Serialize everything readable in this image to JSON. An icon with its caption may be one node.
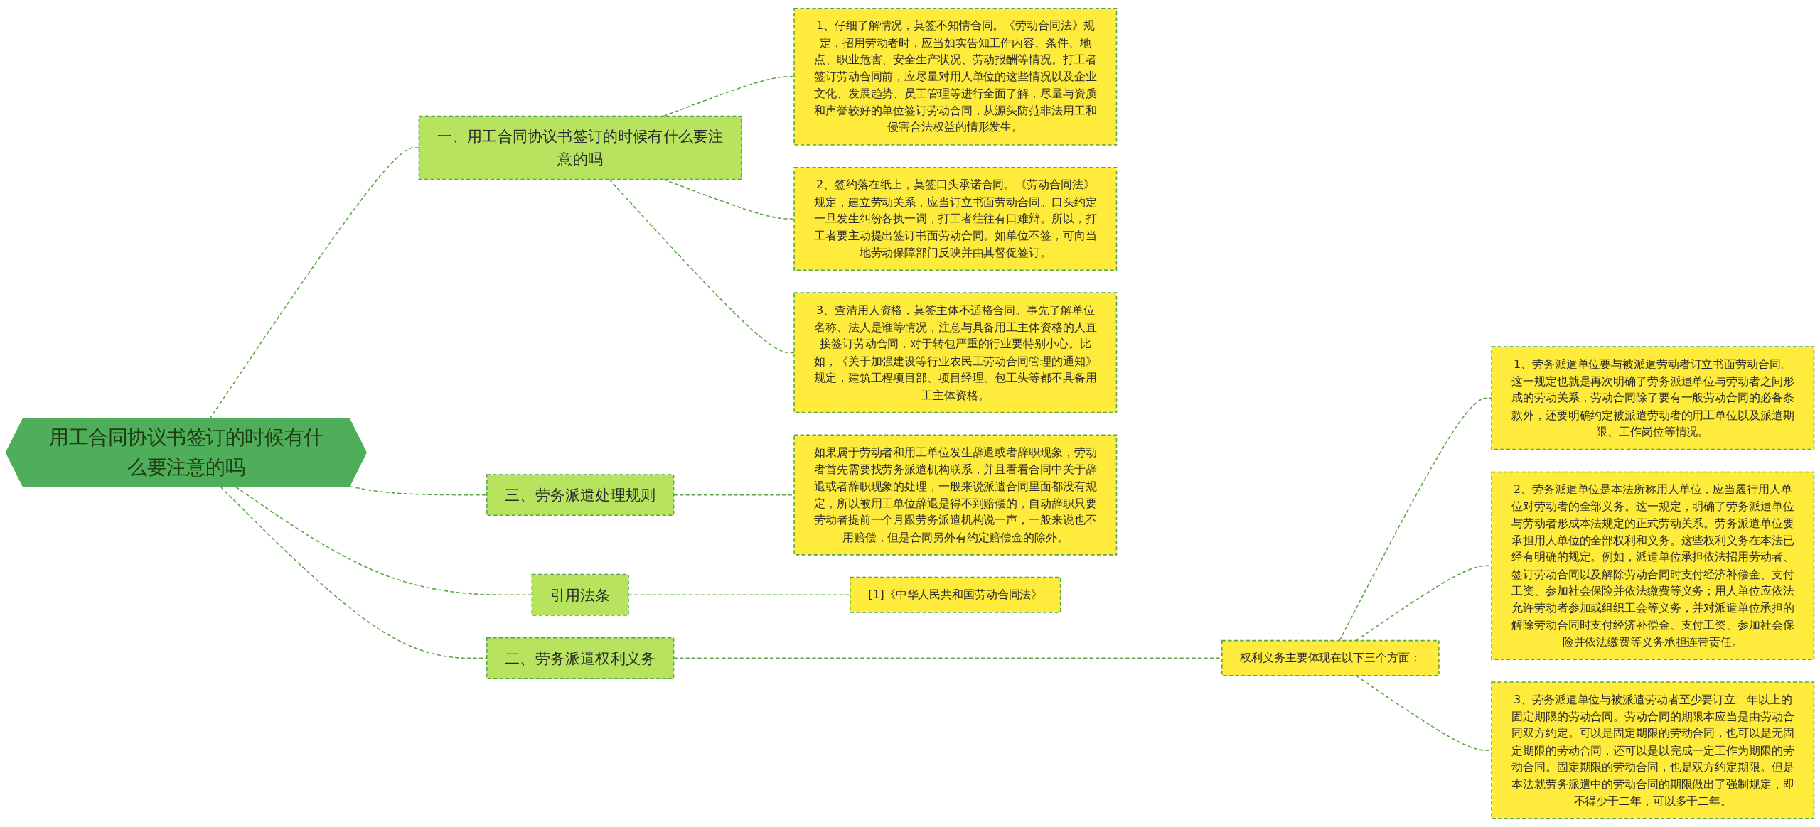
{
  "diagram": {
    "nodes": [
      {
        "text": [
          "用工合同协议书签订的时候有什么要注意的吗"
        ]
      },
      {
        "text": [
          "二、劳务派遣权利义务"
        ]
      },
      {
        "text": [
          "权利义务主要体现在以下三个方面："
        ]
      },
      {
        "text": [
          "1、劳务派遣单位要与被派遣劳动者订立书面劳动合同。这一规定也就是再次明确了劳务派遣单位与劳动者之间形成的劳动关系，劳动合同除了要有一般劳动合同的必备条款外，还要明确约定被派遣劳动者的用工单位以及派遣期限、工作岗位等情况。"
        ]
      },
      {
        "text": [
          "2、劳务派遣单位是本法所称用人单位，应当履行用人单位对劳动者的全部义务。这一规定，明确了劳务派遣单位与劳动者形成本法规定的正式劳动关系。劳务派遣单位要承担用人单位的全部权利和义务。这些权利义务在本法已经有明确的规定。例如，派遣单位承担依法招用劳动者、签订劳动合同以及解除劳动合同时支付经济补偿金、支付工资、参加社会保险并依法缴费等义务；用人单位应依法允许劳动者参加或组织工会等义务，并对派遣单位承担的解除劳动合同时支付经济补偿金、支付工资、参加社会保险并依法缴费等义务承担连带责任。"
        ]
      },
      {
        "text": [
          "3、劳务派遣单位与被派遣劳动者至少要订立二年以上的固定期限的劳动合同。劳动合同的期限本应当是由劳动合同双方约定。可以是固定期限的劳动合同，也可以是无固定期限的劳动合同，还可以是以完成一定工作为期限的劳动合同。固定期限的劳动合同，也是双方约定期限。但是本法就劳务派遣中的劳动合同的期限做出了强制规定，即不得少于二年，可以多于二年。"
        ]
      },
      {
        "text": [
          "引用法条"
        ]
      },
      {
        "text": [
          "[1]《中华人民共和国劳动合同法》"
        ]
      },
      {
        "text": [
          "一、用工合同协议书签订的时候有什么要注意的吗"
        ]
      },
      {
        "text": [
          "1、仔细了解情况，莫签不知情合同。《劳动合同法》规定，招用劳动者时，应当如实告知工作内容、条件、地点、职业危害、安全生产状况、劳动报酬等情况。打工者签订劳动合同前，应尽量对用人单位的这些情况以及企业文化、发展趋势、员工管理等进行全面了解，尽量与资质和声誉较好的单位签订劳动合同，从源头防范非法用工和侵害合法权益的情形发生。"
        ]
      },
      {
        "text": [
          "2、签约落在纸上，莫签口头承诺合同。《劳动合同法》规定，建立劳动关系，应当订立书面劳动合同。口头约定一旦发生纠纷各执一词，打工者往往有口难辩。所以，打工者要主动提出签订书面劳动合同。如单位不签，可向当地劳动保障部门反映并由其督促签订。"
        ]
      },
      {
        "text": [
          "3、查清用人资格，莫签主体不适格合同。事先了解单位名称、法人是谁等情况，注意与具备用工主体资格的人直接签订劳动合同，对于转包严重的行业要特别小心。比如，《关于加强建设等行业农民工劳动合同管理的通知》规定，建筑工程项目部、项目经理、包工头等都不具备用工主体资格。"
        ]
      },
      {
        "text": [
          "三、劳务派遣处理规则"
        ]
      },
      {
        "text": [
          "如果属于劳动者和用工单位发生辞退或者辞职现象，劳动者首先需要找劳务派遣机构联系，并且看看合同中关于辞退或者辞职现象的处理，一般来说派遣合同里面都没有规定，所以被用工单位辞退是得不到赔偿的，自动辞职只要劳动者提前一个月跟劳务派遣机构说一声，一般来说也不用赔偿，但是合同另外有约定赔偿金的除外。"
        ]
      }
    ],
    "edges": [
      {
        "from": 0,
        "to": 1,
        "arrow": "none",
        "style": "dashed"
      },
      {
        "from": 1,
        "to": 2,
        "arrow": "none",
        "style": "dashed"
      },
      {
        "from": 2,
        "to": 3,
        "arrow": "none",
        "style": "dashed"
      },
      {
        "from": 2,
        "to": 4,
        "arrow": "none",
        "style": "dashed"
      },
      {
        "from": 2,
        "to": 5,
        "arrow": "none",
        "style": "dashed"
      },
      {
        "from": 0,
        "to": 6,
        "arrow": "none",
        "style": "dashed"
      },
      {
        "from": 6,
        "to": 7,
        "arrow": "none",
        "style": "dashed"
      },
      {
        "from": 0,
        "to": 8,
        "arrow": "none",
        "style": "dashed"
      },
      {
        "from": 8,
        "to": 9,
        "arrow": "none",
        "style": "dashed"
      },
      {
        "from": 8,
        "to": 10,
        "arrow": "none",
        "style": "dashed"
      },
      {
        "from": 8,
        "to": 11,
        "arrow": "none",
        "style": "dashed"
      },
      {
        "from": 0,
        "to": 12,
        "arrow": "none",
        "style": "dashed"
      },
      {
        "from": 12,
        "to": 13,
        "arrow": "none",
        "style": "dashed"
      }
    ]
  }
}
